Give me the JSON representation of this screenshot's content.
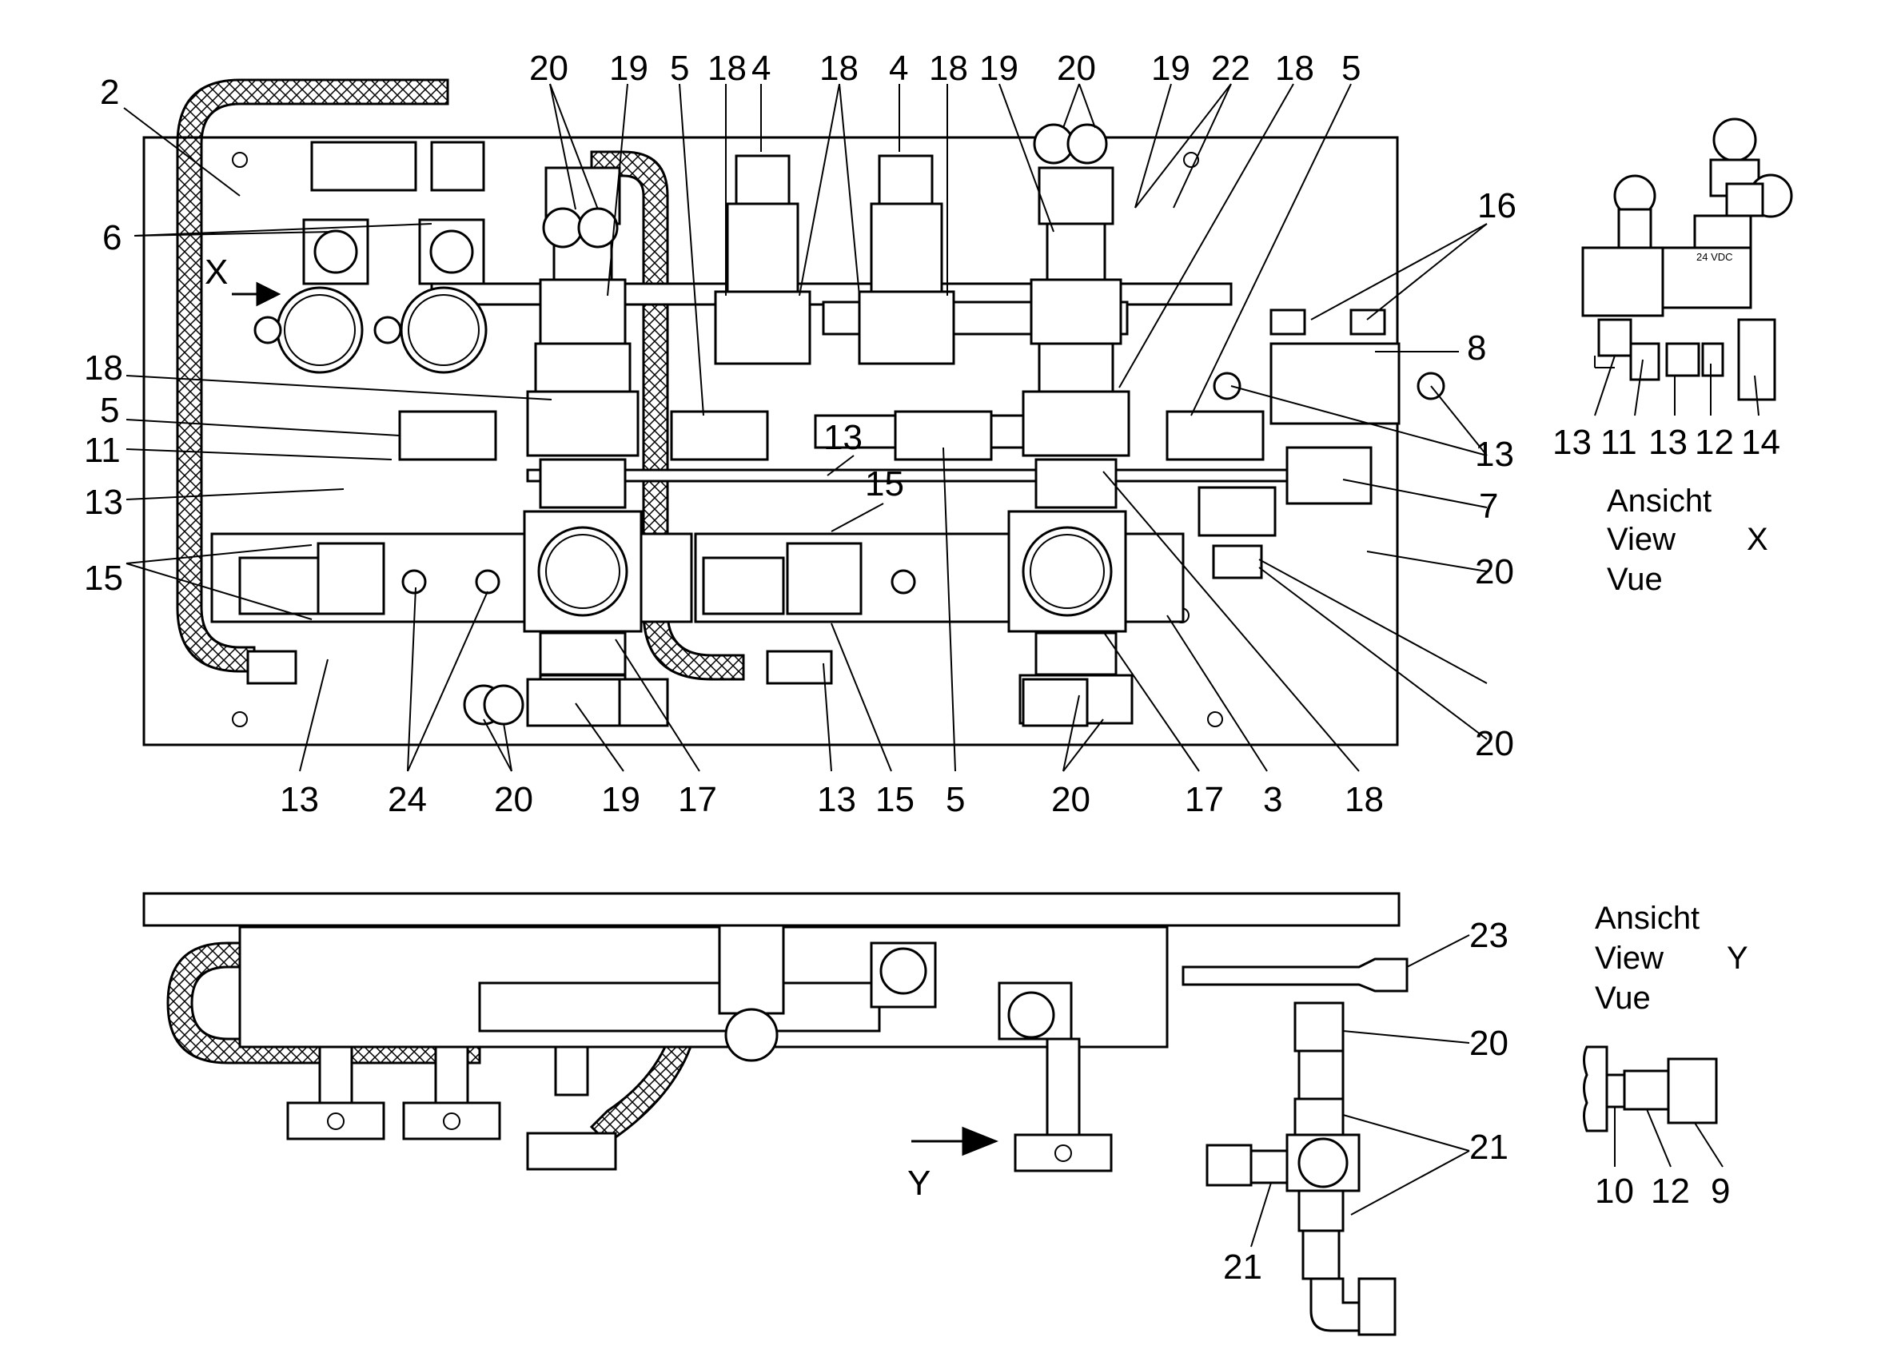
{
  "callouts_top": [
    "2",
    "20",
    "19",
    "5",
    "18",
    "4",
    "18",
    "4",
    "18",
    "19",
    "20",
    "19",
    "22",
    "18",
    "5",
    "6",
    "16",
    "18",
    "5",
    "11",
    "13",
    "15",
    "13",
    "15",
    "8",
    "13",
    "7",
    "20",
    "20",
    "13",
    "24",
    "20",
    "19",
    "17",
    "13",
    "15",
    "5",
    "20",
    "17",
    "3",
    "18"
  ],
  "callouts_bottom": [
    "23",
    "20",
    "21",
    "21"
  ],
  "view_x": {
    "arrow_label": "X",
    "line1": "Ansicht",
    "line2": "View",
    "line3": "Vue",
    "letter": "X",
    "callouts": [
      "13",
      "11",
      "13",
      "12",
      "14"
    ],
    "voltage": "24 VDC"
  },
  "view_y": {
    "arrow_label": "Y",
    "line1": "Ansicht",
    "line2": "View",
    "line3": "Vue",
    "letter": "Y",
    "callouts": [
      "10",
      "12",
      "9"
    ]
  }
}
